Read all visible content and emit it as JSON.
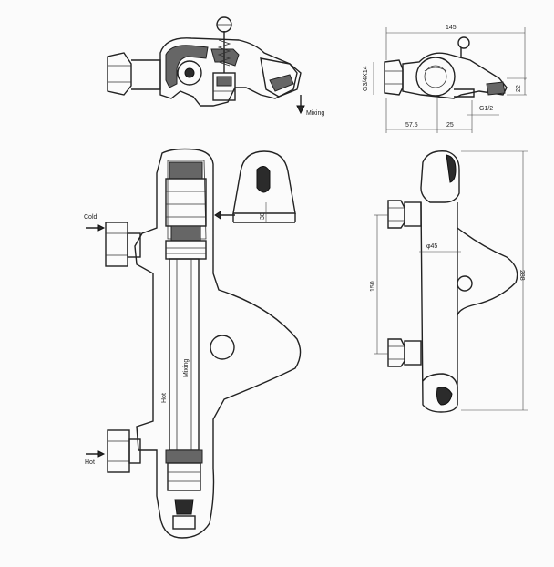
{
  "labels": {
    "mixing_top": "Mixing",
    "cold": "Cold",
    "hot_inlet": "Hot",
    "hot_channel": "Hot",
    "mixing_channel": "Mixing",
    "handle_dim": "38"
  },
  "dimensions": {
    "overall_width": "145",
    "thread_spec": "G3/4X14",
    "outlet_thread": "G1/2",
    "height_22": "22",
    "depth_57_5": "57.5",
    "depth_25": "25",
    "diameter_45": "φ45",
    "centers_150": "150",
    "overall_height": "288"
  }
}
